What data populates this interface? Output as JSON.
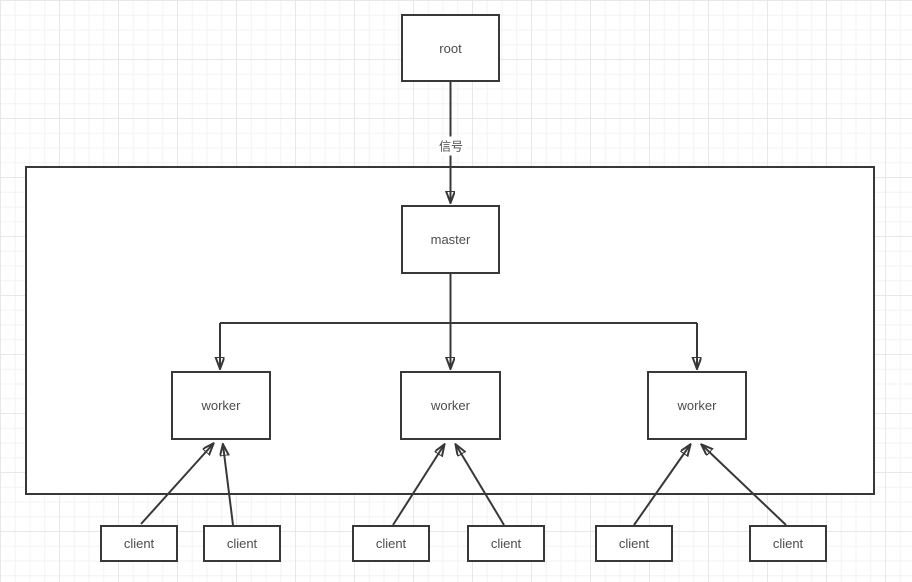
{
  "diagram": {
    "type": "flowchart",
    "nodes": {
      "root": {
        "label": "root"
      },
      "master": {
        "label": "master"
      },
      "workers": [
        {
          "label": "worker"
        },
        {
          "label": "worker"
        },
        {
          "label": "worker"
        }
      ],
      "clients": [
        {
          "label": "client"
        },
        {
          "label": "client"
        },
        {
          "label": "client"
        },
        {
          "label": "client"
        },
        {
          "label": "client"
        },
        {
          "label": "client"
        }
      ]
    },
    "edges": {
      "root_to_master_label": "信号"
    },
    "colors": {
      "stroke": "#383838",
      "node_fill": "#ffffff",
      "text": "#4d4d4d",
      "grid_minor": "#f3f3f3",
      "grid_major": "#e8e8e8"
    }
  }
}
